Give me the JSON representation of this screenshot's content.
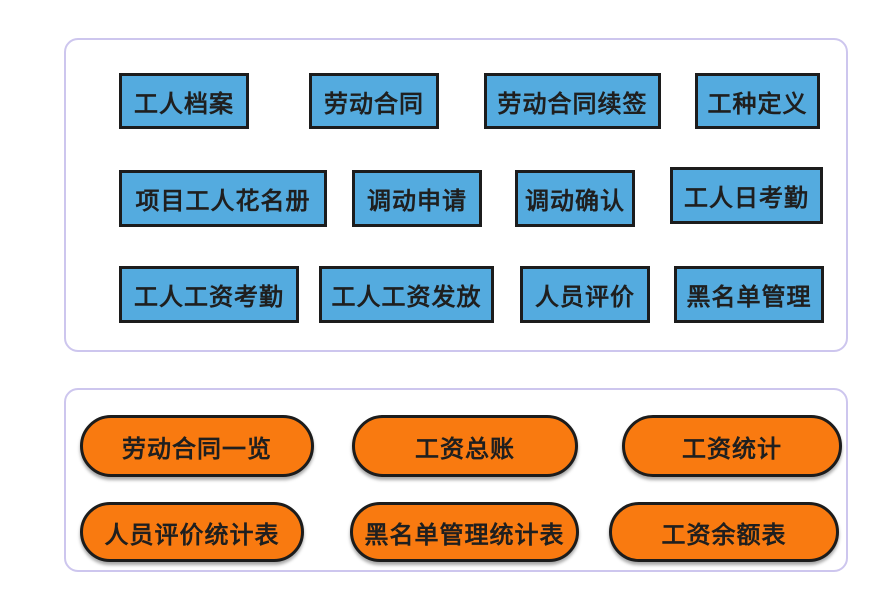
{
  "colors": {
    "page_background": "#ffffff",
    "panel_border": "#cdc6ee",
    "blue_button_bg": "#54abdf",
    "orange_button_bg": "#f97a10",
    "button_border": "#1c1c1c",
    "button_text": "#1f1f1f"
  },
  "top_panel": {
    "buttons": [
      "工人档案",
      "劳动合同",
      "劳动合同续签",
      "工种定义",
      "项目工人花名册",
      "调动申请",
      "调动确认",
      "工人日考勤",
      "工人工资考勤",
      "工人工资发放",
      "人员评价",
      "黑名单管理"
    ]
  },
  "bottom_panel": {
    "buttons": [
      "劳动合同一览",
      "工资总账",
      "工资统计",
      "人员评价统计表",
      "黑名单管理统计表",
      "工资余额表"
    ]
  }
}
